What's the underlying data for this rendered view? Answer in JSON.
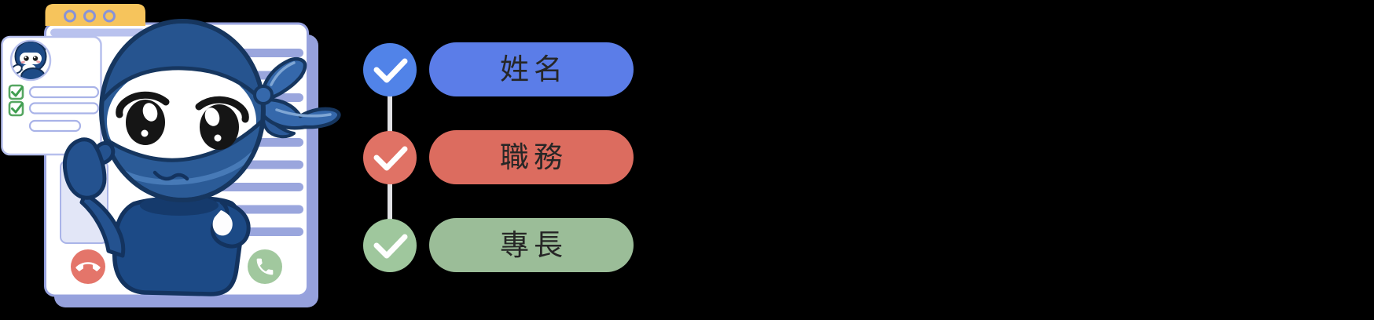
{
  "scene": {
    "background_color": "#000000",
    "description_icons": [
      "ninja-mascot",
      "browser-window-icon",
      "contact-card-icon",
      "phone-accept-icon",
      "phone-decline-icon",
      "checkbox-icon"
    ]
  },
  "checklist": {
    "items": [
      {
        "label": "姓名",
        "icon": "check-icon",
        "circle_color": "#5183e8",
        "pill_color": "#5b7de8"
      },
      {
        "label": "職務",
        "icon": "check-icon",
        "circle_color": "#e07265",
        "pill_color": "#dc6c5f"
      },
      {
        "label": "專長",
        "icon": "check-icon",
        "circle_color": "#9fc79d",
        "pill_color": "#9bbd98"
      }
    ],
    "text_color": "#262626",
    "check_color": "#ffffff",
    "connector_color": "#e0e0e3"
  },
  "palette": {
    "window_border": "#97a2de",
    "window_shadow": "#96a1dc",
    "tab_yellow": "#f6c45c",
    "stripe_periwinkle": "#9aa6dd",
    "mascot_blue": "#2b5b97",
    "mascot_dark_navy": "#16365f",
    "decline_red": "#e4756a",
    "accept_green": "#a1c89e",
    "checkbox_green": "#47a254"
  }
}
